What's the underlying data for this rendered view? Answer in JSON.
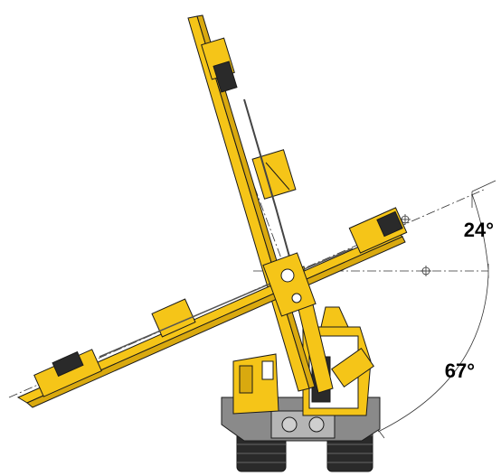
{
  "figure": {
    "colors": {
      "boom": "#F5C518",
      "outline": "#1a1a1a",
      "chassis_gray": "#8a8a8a",
      "chassis_light": "#cfcfcf",
      "track": "#222222",
      "guide_line": "#333333"
    },
    "angles": {
      "upper": {
        "label": "24°",
        "degrees": 24
      },
      "lower": {
        "label": "67°",
        "degrees": 67
      }
    },
    "icons": [
      "crosshair-marker-icon"
    ]
  }
}
